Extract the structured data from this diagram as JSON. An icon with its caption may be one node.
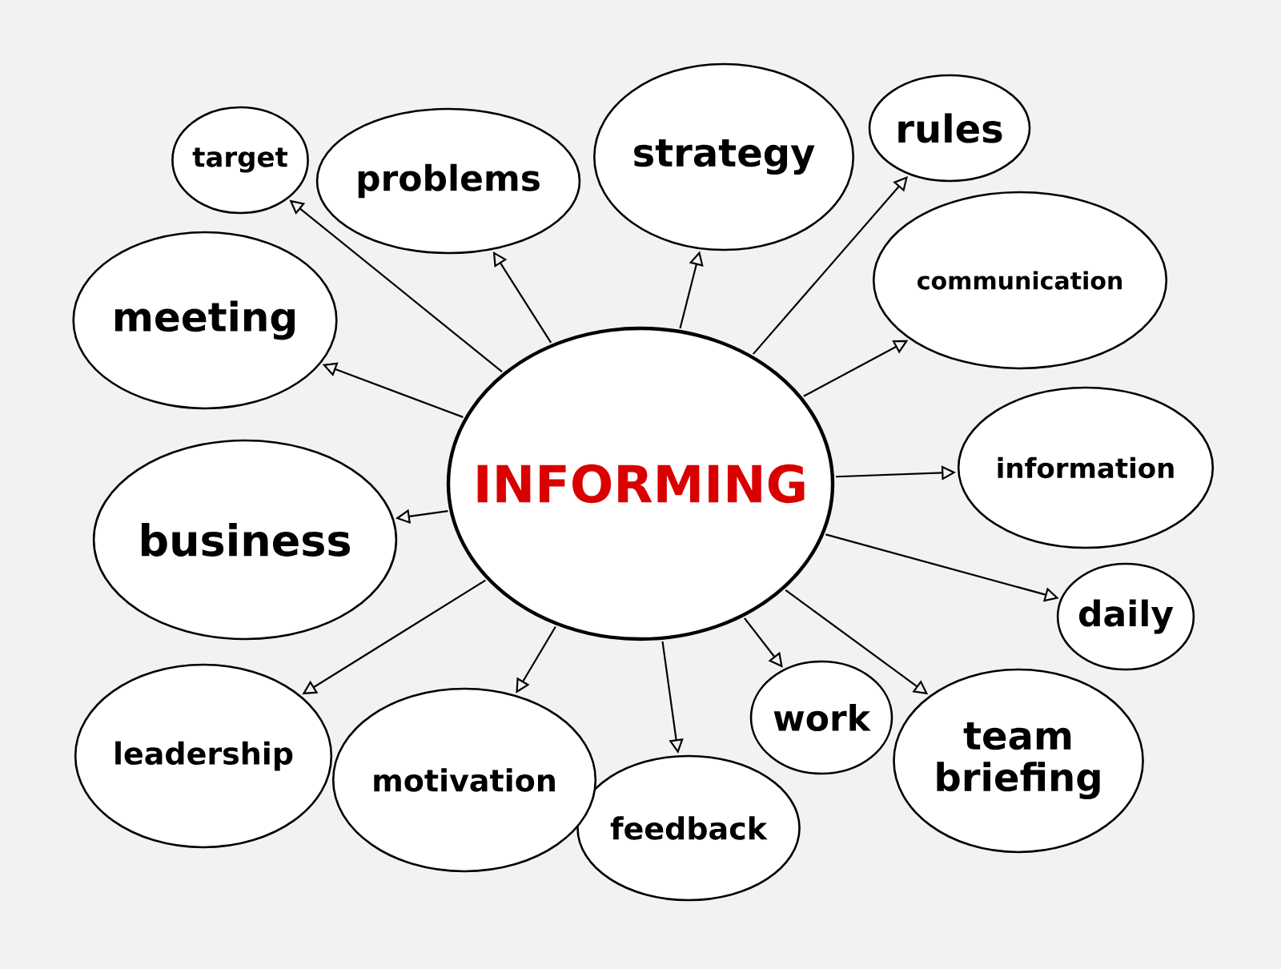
{
  "diagram": {
    "nodes": [
      {
        "text": [
          "INFORMING"
        ]
      },
      {
        "text": [
          "target"
        ]
      },
      {
        "text": [
          "problems"
        ]
      },
      {
        "text": [
          "strategy"
        ]
      },
      {
        "text": [
          "rules"
        ]
      },
      {
        "text": [
          "communication"
        ]
      },
      {
        "text": [
          "information"
        ]
      },
      {
        "text": [
          "daily"
        ]
      },
      {
        "text": [
          "team briefing"
        ]
      },
      {
        "text": [
          "work"
        ]
      },
      {
        "text": [
          "feedback"
        ]
      },
      {
        "text": [
          "motivation"
        ]
      },
      {
        "text": [
          "leadership"
        ]
      },
      {
        "text": [
          "business"
        ]
      },
      {
        "text": [
          "meeting"
        ]
      }
    ],
    "edges": [
      {
        "from": 0,
        "to": 1,
        "arrow": "to"
      },
      {
        "from": 0,
        "to": 2,
        "arrow": "to"
      },
      {
        "from": 0,
        "to": 3,
        "arrow": "to"
      },
      {
        "from": 0,
        "to": 4,
        "arrow": "to"
      },
      {
        "from": 0,
        "to": 5,
        "arrow": "to"
      },
      {
        "from": 0,
        "to": 6,
        "arrow": "to"
      },
      {
        "from": 0,
        "to": 7,
        "arrow": "to"
      },
      {
        "from": 0,
        "to": 8,
        "arrow": "to"
      },
      {
        "from": 0,
        "to": 9,
        "arrow": "to"
      },
      {
        "from": 0,
        "to": 10,
        "arrow": "to"
      },
      {
        "from": 0,
        "to": 11,
        "arrow": "to"
      },
      {
        "from": 0,
        "to": 12,
        "arrow": "to"
      },
      {
        "from": 0,
        "to": 13,
        "arrow": "to"
      },
      {
        "from": 0,
        "to": 14,
        "arrow": "to"
      }
    ]
  }
}
